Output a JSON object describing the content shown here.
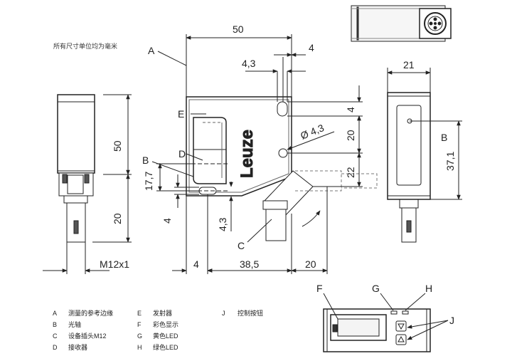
{
  "note": "所有尺寸单位均为毫米",
  "dimensions": {
    "d50_top": "50",
    "d4_top": "4",
    "d43_top": "4,3",
    "d4_right": "4",
    "d20_right": "20",
    "d22_right": "22",
    "d_diam": "Ø 4,3",
    "d21": "21",
    "d371": "37,1",
    "d50_left": "50",
    "d20_left": "20",
    "d177": "17,7",
    "d4_leftlow": "4",
    "d43_low": "4,3",
    "m12": "M12x1",
    "d4_bottom": "4",
    "d385": "38,5",
    "d20_bottom": "20"
  },
  "callouts": {
    "A": "A",
    "B": "B",
    "C": "C",
    "D": "D",
    "E": "E",
    "F": "F",
    "G": "G",
    "H": "H",
    "J": "J",
    "B_right": "B"
  },
  "brand": "Leuze",
  "legend": {
    "col1": [
      {
        "key": "A",
        "text": "测量的参考边缘"
      },
      {
        "key": "B",
        "text": "光轴"
      },
      {
        "key": "C",
        "text": "设备插头M12"
      },
      {
        "key": "D",
        "text": "接收器"
      }
    ],
    "col2": [
      {
        "key": "E",
        "text": "发射器"
      },
      {
        "key": "F",
        "text": "彩色显示"
      },
      {
        "key": "G",
        "text": "黄色LED"
      },
      {
        "key": "H",
        "text": "绿色LED"
      }
    ],
    "col3": [
      {
        "key": "J",
        "text": "控制按钮"
      }
    ]
  }
}
